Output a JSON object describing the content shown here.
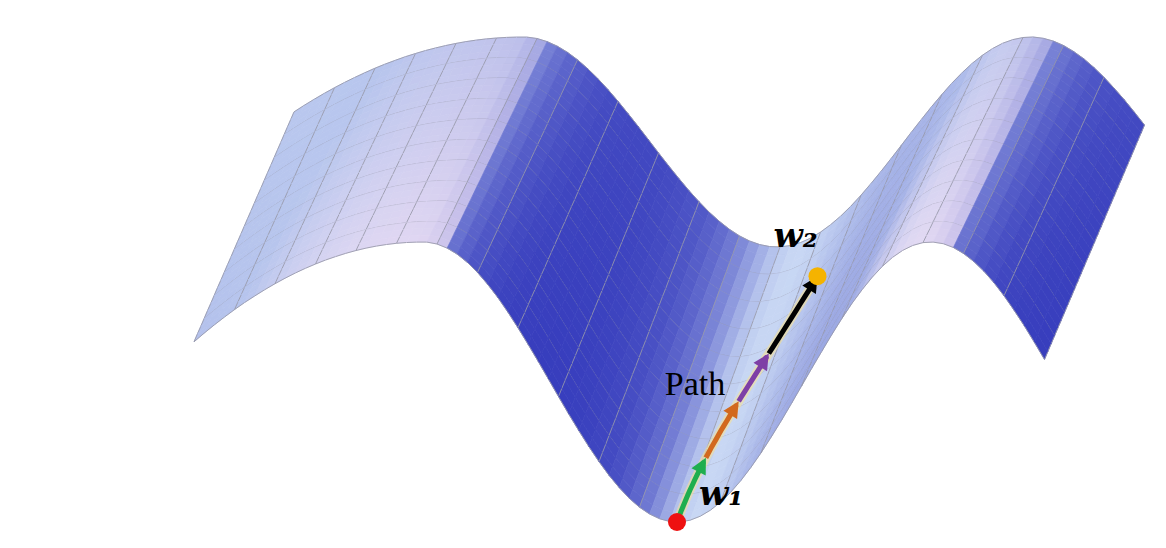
{
  "diagram": {
    "labels": [
      "w₁",
      "w₂",
      "Path"
    ]
  }
}
